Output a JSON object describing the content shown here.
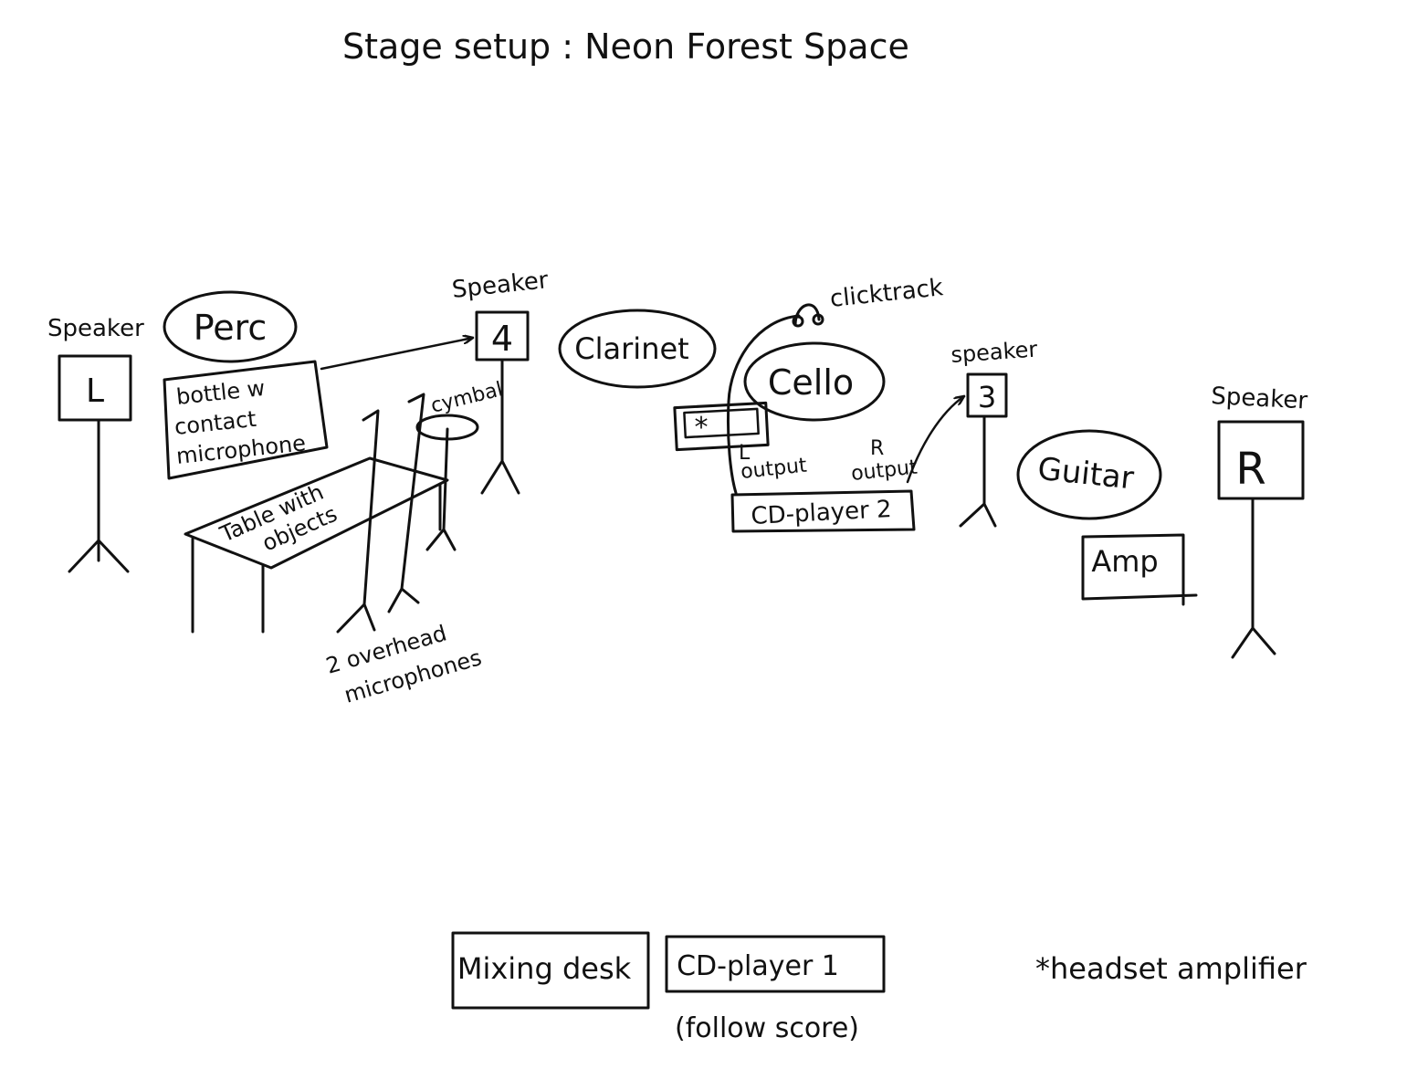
{
  "title": "Stage setup : Neon Forest Space",
  "speakers": {
    "left": {
      "caption": "Speaker",
      "label": "L"
    },
    "four": {
      "caption": "Speaker",
      "label": "4"
    },
    "three": {
      "caption": "speaker",
      "label": "3"
    },
    "right": {
      "caption": "Speaker",
      "label": "R"
    }
  },
  "performers": {
    "perc": "Perc",
    "clarinet": "Clarinet",
    "cello": "Cello",
    "guitar": "Guitar"
  },
  "perc_setup": {
    "bottle_line1": "bottle w",
    "bottle_line2": "contact",
    "bottle_line3": "microphone",
    "table_line1": "Table with",
    "table_line2": "objects",
    "cymbal": "cymbal",
    "overheads_line1": "2 overhead",
    "overheads_line2": "microphones"
  },
  "cello_setup": {
    "clicktrack": "clicktrack",
    "headset_symbol": "*",
    "l_output_line1": "L",
    "l_output_line2": "output",
    "r_output_line1": "R",
    "r_output_line2": "output",
    "cd_player_2": "CD-player 2"
  },
  "guitar_setup": {
    "amp": "Amp"
  },
  "control": {
    "mixing_desk": "Mixing desk",
    "cd_player_1": "CD-player 1",
    "follow_score": "(follow score)"
  },
  "legend": "*headset amplifier"
}
